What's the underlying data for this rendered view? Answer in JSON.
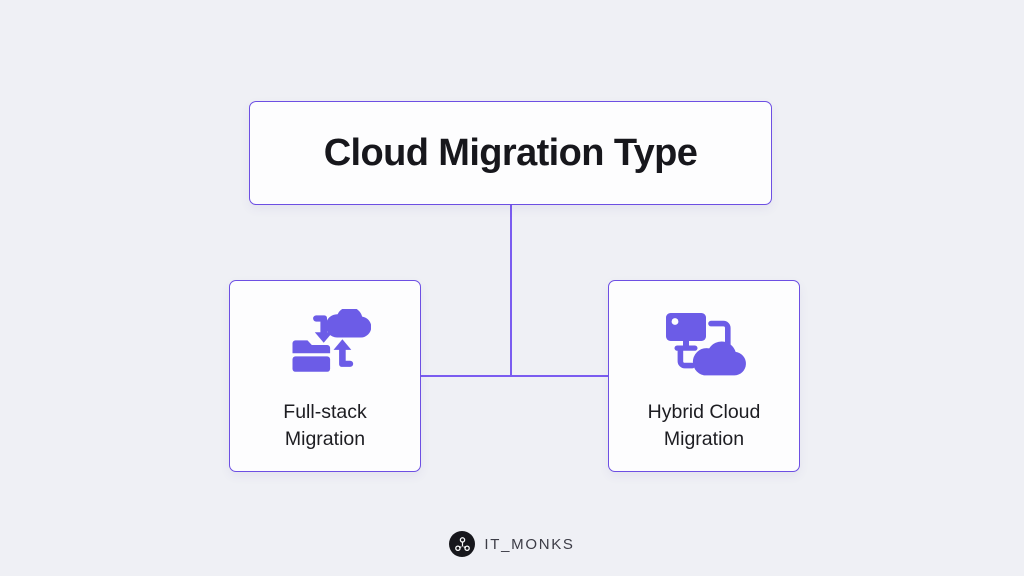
{
  "diagram": {
    "title": "Cloud Migration Type",
    "nodes": [
      {
        "label_line1": "Full-stack",
        "label_line2": "Migration",
        "icon": "folder-cloud-sync-icon"
      },
      {
        "label_line1": "Hybrid Cloud",
        "label_line2": "Migration",
        "icon": "monitor-cloud-link-icon"
      }
    ]
  },
  "brand": {
    "name": "IT_MONKS",
    "logo_icon": "it-monks-node-logo-icon"
  },
  "colors": {
    "background": "#eff0f5",
    "card_background": "#fdfdfe",
    "border_purple": "#6d4fe3",
    "connector_purple": "#7a5cf0",
    "icon_purple": "#6c5ce7",
    "title_text": "#17171c",
    "label_text": "#1d1d22",
    "brand_mark": "#17171c",
    "brand_text": "#3c3c46"
  }
}
